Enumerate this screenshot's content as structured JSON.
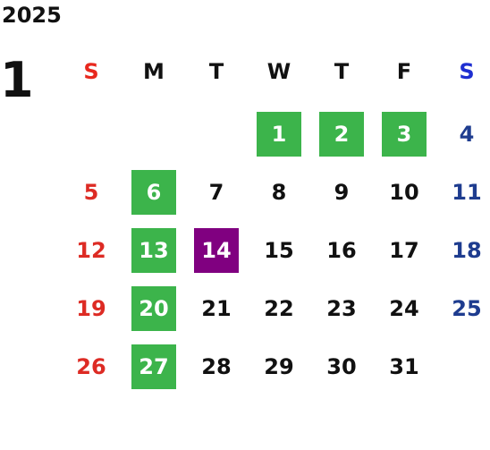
{
  "calendar": {
    "year": "2025",
    "month": "1",
    "weekdays": [
      {
        "label": "S",
        "color": "#e8281e"
      },
      {
        "label": "M",
        "color": "#111111"
      },
      {
        "label": "T",
        "color": "#111111"
      },
      {
        "label": "W",
        "color": "#111111"
      },
      {
        "label": "T",
        "color": "#111111"
      },
      {
        "label": "F",
        "color": "#111111"
      },
      {
        "label": "S",
        "color": "#1f2fd1"
      }
    ],
    "colors": {
      "sunday": "#dd2b24",
      "saturday": "#1e3c8f",
      "weekday": "#111111",
      "highlight_bg": "#3cb44b",
      "today_bg": "#800080",
      "highlight_text": "#ffffff"
    },
    "weeks": [
      [
        {
          "day": ""
        },
        {
          "day": ""
        },
        {
          "day": ""
        },
        {
          "day": "1",
          "style": "highlight"
        },
        {
          "day": "2",
          "style": "highlight"
        },
        {
          "day": "3",
          "style": "highlight"
        },
        {
          "day": "4"
        }
      ],
      [
        {
          "day": "5"
        },
        {
          "day": "6",
          "style": "highlight"
        },
        {
          "day": "7"
        },
        {
          "day": "8"
        },
        {
          "day": "9"
        },
        {
          "day": "10"
        },
        {
          "day": "11"
        }
      ],
      [
        {
          "day": "12"
        },
        {
          "day": "13",
          "style": "highlight"
        },
        {
          "day": "14",
          "style": "today"
        },
        {
          "day": "15"
        },
        {
          "day": "16"
        },
        {
          "day": "17"
        },
        {
          "day": "18"
        }
      ],
      [
        {
          "day": "19"
        },
        {
          "day": "20",
          "style": "highlight"
        },
        {
          "day": "21"
        },
        {
          "day": "22"
        },
        {
          "day": "23"
        },
        {
          "day": "24"
        },
        {
          "day": "25"
        }
      ],
      [
        {
          "day": "26"
        },
        {
          "day": "27",
          "style": "highlight"
        },
        {
          "day": "28"
        },
        {
          "day": "29"
        },
        {
          "day": "30"
        },
        {
          "day": "31"
        },
        {
          "day": ""
        }
      ]
    ]
  }
}
